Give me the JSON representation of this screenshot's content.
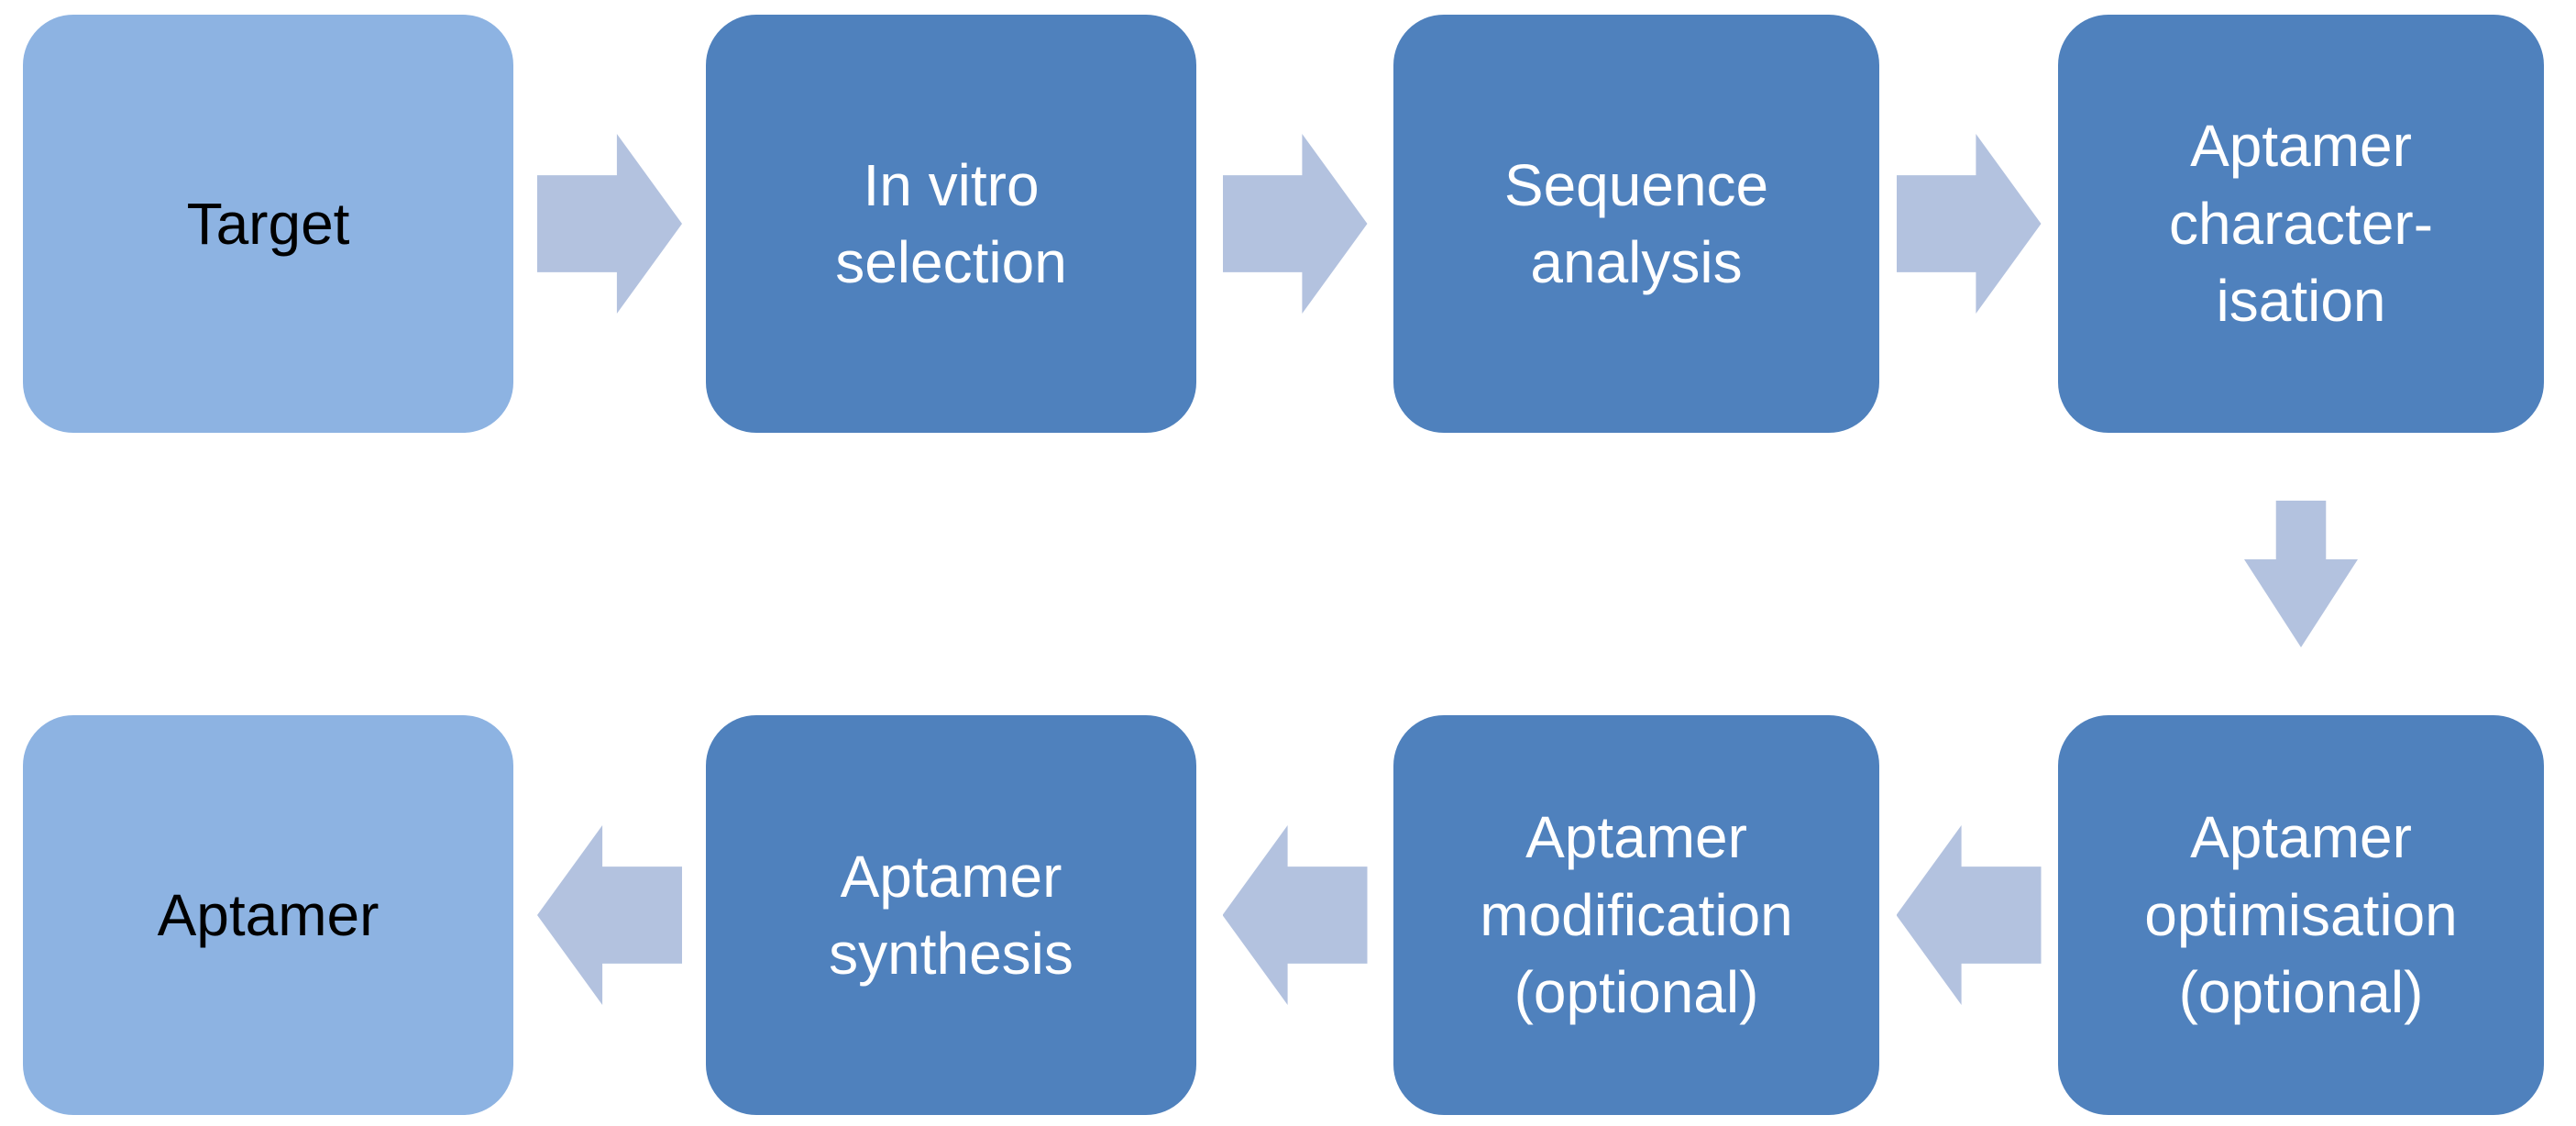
{
  "diagram": {
    "colors": {
      "light_box": "#8DB3E2",
      "dark_box": "#4F81BD",
      "arrow": "#B3C2DF",
      "light_box_text": "#000000",
      "dark_box_text": "#FFFFFF",
      "background": "#FFFFFF"
    },
    "top_row": [
      {
        "id": "target",
        "label": "Target",
        "variant": "light"
      },
      {
        "id": "in-vitro-selection",
        "label": "In vitro\nselection",
        "variant": "dark"
      },
      {
        "id": "sequence-analysis",
        "label": "Sequence\nanalysis",
        "variant": "dark"
      },
      {
        "id": "aptamer-characterisation",
        "label": "Aptamer\ncharacter-\nisation",
        "variant": "dark"
      }
    ],
    "bottom_row": [
      {
        "id": "aptamer",
        "label": "Aptamer",
        "variant": "light"
      },
      {
        "id": "aptamer-synthesis",
        "label": "Aptamer\nsynthesis",
        "variant": "dark"
      },
      {
        "id": "aptamer-modification",
        "label": "Aptamer\nmodification\n(optional)",
        "variant": "dark"
      },
      {
        "id": "aptamer-optimisation",
        "label": "Aptamer\noptimisation\n(optional)",
        "variant": "dark"
      }
    ],
    "connectors": [
      {
        "direction": "right",
        "from": "Target",
        "to": "In vitro selection"
      },
      {
        "direction": "right",
        "from": "In vitro selection",
        "to": "Sequence analysis"
      },
      {
        "direction": "right",
        "from": "Sequence analysis",
        "to": "Aptamer characterisation"
      },
      {
        "direction": "down",
        "from": "Aptamer characterisation",
        "to": "Aptamer optimisation (optional)"
      },
      {
        "direction": "left",
        "from": "Aptamer optimisation (optional)",
        "to": "Aptamer modification (optional)"
      },
      {
        "direction": "left",
        "from": "Aptamer modification (optional)",
        "to": "Aptamer synthesis"
      },
      {
        "direction": "left",
        "from": "Aptamer synthesis",
        "to": "Aptamer"
      }
    ]
  }
}
